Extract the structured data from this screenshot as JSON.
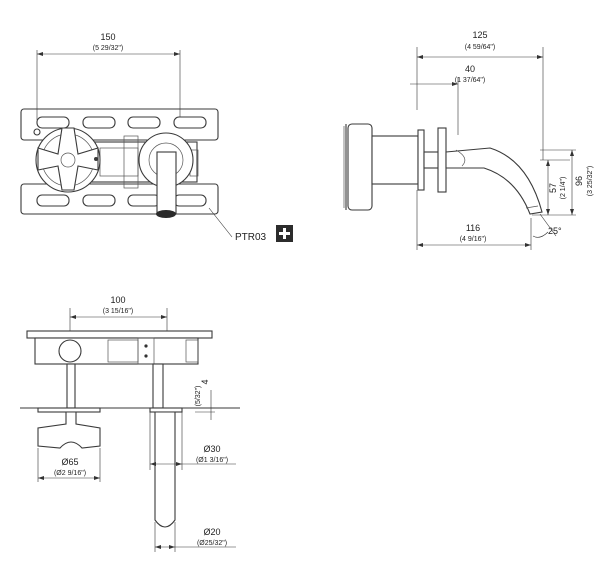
{
  "dimensions": {
    "front_width": {
      "value": "150",
      "imperial": "(5 29/32\")"
    },
    "side_depth": {
      "value": "125",
      "imperial": "(4 59/64\")"
    },
    "side_wall": {
      "value": "40",
      "imperial": "(1 37/64\")"
    },
    "side_height_inner": {
      "value": "57",
      "imperial": "(2 1/4\")"
    },
    "side_height_outer": {
      "value": "96",
      "imperial": "(3 25/32\")"
    },
    "side_reach": {
      "value": "116",
      "imperial": "(4 9/16\")"
    },
    "spout_angle": {
      "value": "25°"
    },
    "plan_width": {
      "value": "100",
      "imperial": "(3 15/16\")"
    },
    "plan_plate": {
      "value": "4",
      "imperial": "(5/32\")"
    },
    "handle_dia": {
      "value": "Ø65",
      "imperial": "(Ø2 9/16\")"
    },
    "rosette_dia": {
      "value": "Ø30",
      "imperial": "(Ø1 3/16\")"
    },
    "spout_dia": {
      "value": "Ø20",
      "imperial": "(Ø25/32\")"
    }
  },
  "callout": {
    "code": "PTR03",
    "icon": "plus-icon"
  }
}
